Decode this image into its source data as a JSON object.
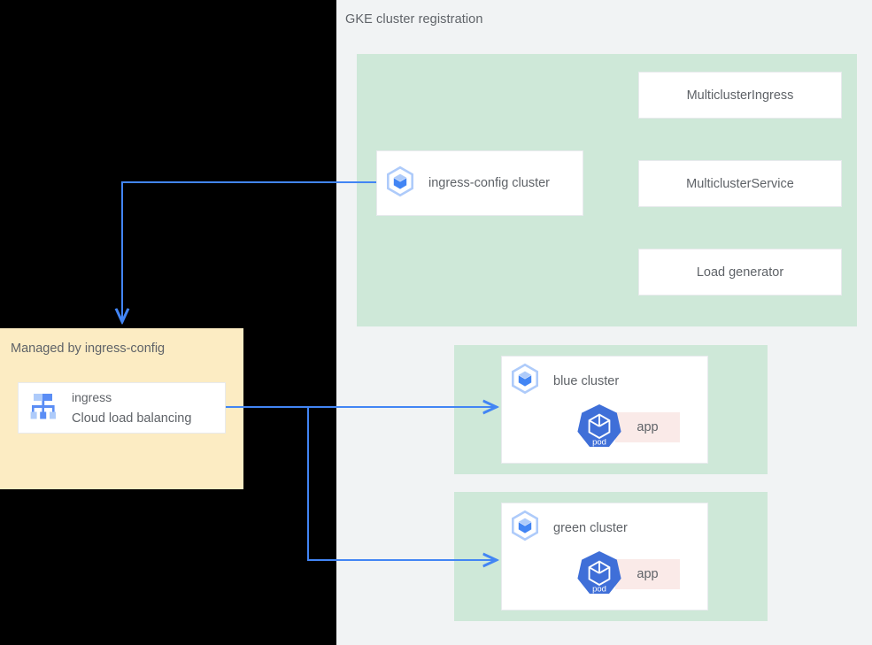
{
  "diagram": {
    "background_color": "#000000",
    "right_background_color": "#f1f3f4",
    "accent_color": "#4285f4",
    "green_panel_color": "#cee8d8",
    "yellow_panel_color": "#fcecc3",
    "app_chip_color": "#faeae8",
    "text_color": "#5f6368"
  },
  "registration_section": {
    "title": "GKE cluster registration",
    "config_cluster": {
      "label": "ingress-config cluster",
      "icon": "gke-cluster-icon"
    },
    "resources": [
      {
        "label": "MulticlusterIngress"
      },
      {
        "label": "MulticlusterService"
      },
      {
        "label": "Load generator"
      }
    ]
  },
  "member_clusters": [
    {
      "label": "blue cluster",
      "icon": "gke-cluster-icon",
      "workload": {
        "pod_label": "pod",
        "app_label": "app"
      }
    },
    {
      "label": "green cluster",
      "icon": "gke-cluster-icon",
      "workload": {
        "pod_label": "pod",
        "app_label": "app"
      }
    }
  ],
  "managed_section": {
    "title": "Managed by ingress-config",
    "resource": {
      "name": "ingress",
      "product": "Cloud load balancing",
      "icon": "cloud-load-balancing-icon"
    }
  }
}
